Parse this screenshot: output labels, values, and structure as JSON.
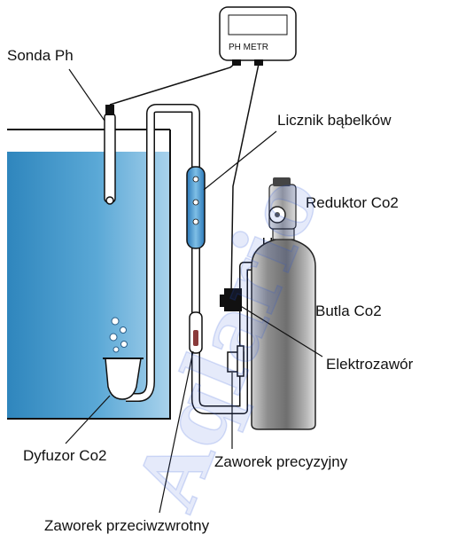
{
  "labels": {
    "ph_probe": "Sonda Ph",
    "ph_meter": "PH METR",
    "bubble_counter": "Licznik bąbelków",
    "regulator": "Reduktor Co2",
    "cylinder": "Butla Co2",
    "solenoid": "Elektrozawór",
    "diffuser": "Dyfuzor Co2",
    "needle_valve": "Zaworek precyzyjny",
    "check_valve": "Zaworek przeciwzwrotny"
  },
  "watermark": "Aqlario",
  "colors": {
    "water": "#3d92c4",
    "water_light": "#c9e2f3",
    "cylinder": "#9a9a9a",
    "tube": "#ffffff",
    "watermark": "#2952d6"
  }
}
